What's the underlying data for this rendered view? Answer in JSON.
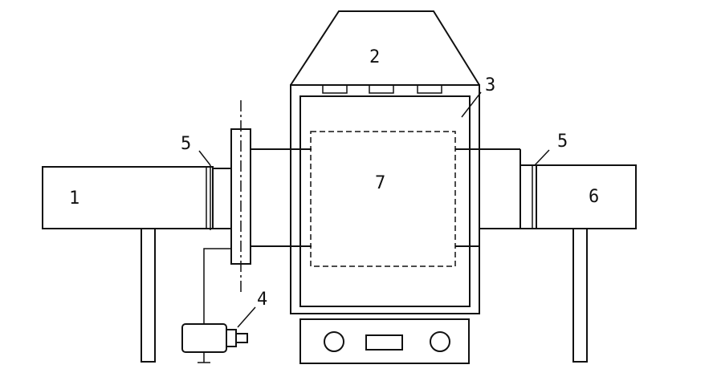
{
  "labels": {
    "l1": "1",
    "l2": "2",
    "l3": "3",
    "l4": "4",
    "l5_left": "5",
    "l5_right": "5",
    "l6": "6",
    "l7": "7"
  }
}
